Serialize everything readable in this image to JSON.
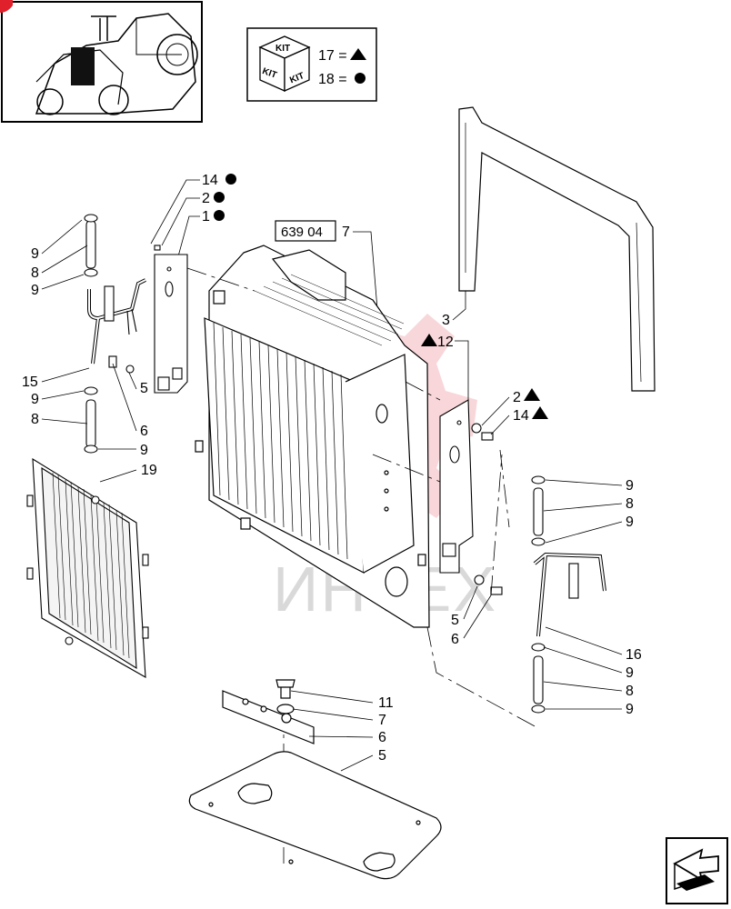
{
  "kit_legend": {
    "kit_top": "KIT",
    "kit_left": "KIT",
    "kit_right": "KIT",
    "line1": "17 =",
    "line2": "18 ="
  },
  "reference_box": "639 04",
  "watermark": "ИНТЕХ",
  "callouts": {
    "c14a": "14",
    "c2a": "2",
    "c1a": "1",
    "c7top": "7",
    "l9a": "9",
    "l8a": "8",
    "l9b": "9",
    "l15": "15",
    "l9c": "9",
    "l8b": "8",
    "l9d": "9",
    "l5": "5",
    "l6": "6",
    "l19": "19",
    "r3": "3",
    "r12": "12",
    "r2": "2",
    "r14": "14",
    "r9a": "9",
    "r8a": "8",
    "r9b": "9",
    "r5": "5",
    "r6": "6",
    "r16": "16",
    "r9c": "9",
    "r8b": "8",
    "r9d": "9",
    "b11": "11",
    "b7": "7",
    "b6": "6",
    "b5": "5"
  },
  "colors": {
    "line": "#000000",
    "watermark": "#f0a6ad",
    "accent": "#e0202a"
  },
  "icons": [
    "tractor-thumbnail",
    "kit-cube-icon",
    "triangle-icon",
    "dot-icon",
    "next-page-arrow-icon"
  ]
}
